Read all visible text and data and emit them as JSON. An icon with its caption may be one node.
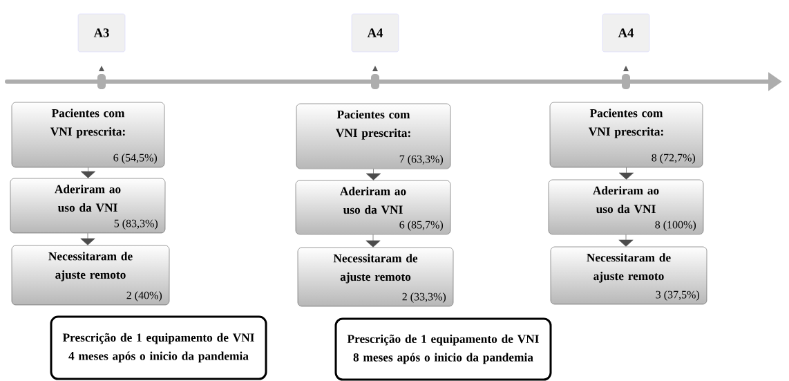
{
  "diagram": {
    "nodes": [
      {
        "text": [
          "A3"
        ]
      },
      {
        "text": [
          "A4"
        ]
      },
      {
        "text": [
          "A4"
        ]
      },
      {
        "text": [
          "Pacientes com VNI prescrita:",
          "6 (54,5%)"
        ]
      },
      {
        "text": [
          "Aderiram ao uso da VNI",
          "5 (83,3%)"
        ]
      },
      {
        "text": [
          "Necessitaram de ajuste remoto",
          "2 (40%)"
        ]
      },
      {
        "text": [
          "Pacientes com VNI prescrita:",
          "7 (63,3%)"
        ]
      },
      {
        "text": [
          "Aderiram ao uso da VNI",
          "6 (85,7%)"
        ]
      },
      {
        "text": [
          "Necessitaram de ajuste remoto",
          "2 (33,3%)"
        ]
      },
      {
        "text": [
          "Pacientes com VNI prescrita:",
          "8 (72,7%)"
        ]
      },
      {
        "text": [
          "Aderiram ao uso da VNI",
          "8 (100%)"
        ]
      },
      {
        "text": [
          "Necessitaram de ajuste remoto",
          "3 (37,5%)"
        ]
      },
      {
        "text": [
          "Prescrição de 1 equipamento de VNI 4 meses após o inicio da pandemia"
        ]
      },
      {
        "text": [
          "Prescrição de 1 equipamento de VNI 8 meses após o inicio da pandemia"
        ]
      }
    ],
    "edges": [
      {
        "from": 3,
        "to": 4,
        "arrow": "to"
      },
      {
        "from": 4,
        "to": 5,
        "arrow": "to"
      },
      {
        "from": 6,
        "to": 7,
        "arrow": "to"
      },
      {
        "from": 7,
        "to": 8,
        "arrow": "to"
      },
      {
        "from": 9,
        "to": 10,
        "arrow": "to"
      },
      {
        "from": 10,
        "to": 11,
        "arrow": "to"
      }
    ]
  }
}
